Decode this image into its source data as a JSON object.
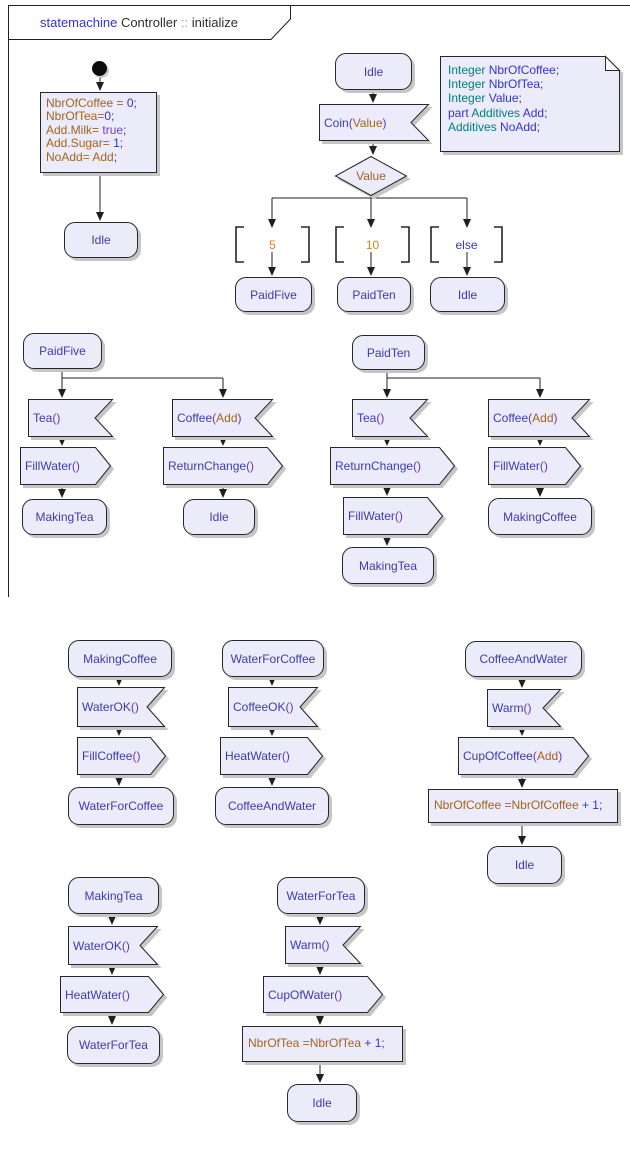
{
  "frame": {
    "title_parts": [
      [
        "statemachine ",
        "blue"
      ],
      [
        "Controller ",
        "black"
      ],
      [
        ":: ",
        "gray"
      ],
      [
        "initialize",
        "black"
      ]
    ]
  },
  "labels": {
    "idle": "Idle",
    "paidfive": "PaidFive",
    "paidten": "PaidTen",
    "makingtea": "MakingTea",
    "makingcoffee": "MakingCoffee",
    "waterforcoffee": "WaterForCoffee",
    "coffeeandwater": "CoffeeAndWater",
    "waterfortea": "WaterForTea"
  },
  "signals": {
    "coin": [
      [
        "Coin",
        "navy"
      ],
      [
        "(",
        "paren"
      ],
      [
        "Value",
        "brown"
      ],
      [
        ")",
        "paren"
      ]
    ],
    "tea": [
      [
        "Tea",
        "navy"
      ],
      [
        "()",
        "paren"
      ]
    ],
    "coffee": [
      [
        "Coffee",
        "navy"
      ],
      [
        "(",
        "paren"
      ],
      [
        "Add",
        "brown"
      ],
      [
        ")",
        "paren"
      ]
    ],
    "fillwater": [
      [
        "FillWater",
        "navy"
      ],
      [
        "()",
        "paren"
      ]
    ],
    "returnchange": [
      [
        "ReturnChange",
        "navy"
      ],
      [
        "()",
        "paren"
      ]
    ],
    "waterok": [
      [
        "WaterOK",
        "navy"
      ],
      [
        "()",
        "paren"
      ]
    ],
    "fillcoffee": [
      [
        "FillCoffee",
        "navy"
      ],
      [
        "()",
        "paren"
      ]
    ],
    "coffeeok": [
      [
        "CoffeeOK",
        "navy"
      ],
      [
        "()",
        "paren"
      ]
    ],
    "heatwater": [
      [
        "HeatWater",
        "navy"
      ],
      [
        "()",
        "paren"
      ]
    ],
    "warm": [
      [
        "Warm",
        "navy"
      ],
      [
        "()",
        "paren"
      ]
    ],
    "cupofcoffee": [
      [
        "CupOfCoffee",
        "navy"
      ],
      [
        "(",
        "paren"
      ],
      [
        "Add",
        "brown"
      ],
      [
        ")",
        "paren"
      ]
    ],
    "cupofwater": [
      [
        "CupOfWater",
        "navy"
      ],
      [
        "()",
        "paren"
      ]
    ]
  },
  "decision": {
    "value": [
      [
        "Value",
        "brown"
      ]
    ]
  },
  "guards": {
    "five": [
      [
        "5",
        "orange"
      ]
    ],
    "ten": [
      [
        "10",
        "orange"
      ]
    ],
    "else": [
      [
        "else",
        "blue"
      ]
    ]
  },
  "actions": {
    "init": {
      "lines": [
        [
          [
            "NbrOfCoffee = ",
            "brown"
          ],
          [
            "0;",
            "blue"
          ]
        ],
        [
          [
            "NbrOfTea=",
            "brown"
          ],
          [
            "0;",
            "blue"
          ]
        ],
        [
          [
            "Add.Milk= ",
            "brown"
          ],
          [
            "true",
            "purple"
          ],
          [
            ";",
            "blue"
          ]
        ],
        [
          [
            "Add.Sugar= ",
            "brown"
          ],
          [
            "1;",
            "blue"
          ]
        ],
        [
          [
            "NoAdd= Add",
            "brown"
          ],
          [
            ";",
            "blue"
          ]
        ]
      ]
    },
    "inc_coffee": {
      "lines": [
        [
          [
            "NbrOfCoffee =NbrOfCoffee ",
            "brown"
          ],
          [
            "+ 1;",
            "blue"
          ]
        ]
      ]
    },
    "inc_tea": {
      "lines": [
        [
          [
            "NbrOfTea =NbrOfTea ",
            "brown"
          ],
          [
            "+ 1;",
            "blue"
          ]
        ]
      ]
    }
  },
  "note": {
    "lines": [
      [
        [
          "Integer ",
          "teal"
        ],
        [
          "NbrOfCoffee;",
          "blue"
        ]
      ],
      [
        [
          "Integer ",
          "teal"
        ],
        [
          "NbrOfTea;",
          "blue"
        ]
      ],
      [
        [
          "Integer ",
          "teal"
        ],
        [
          "Value;",
          "blue"
        ]
      ],
      [
        [
          "part ",
          "blue"
        ],
        [
          "Additives ",
          "teal"
        ],
        [
          "Add;",
          "blue"
        ]
      ],
      [
        [
          "Additives ",
          "teal"
        ],
        [
          "NoAdd;",
          "blue"
        ]
      ]
    ]
  }
}
